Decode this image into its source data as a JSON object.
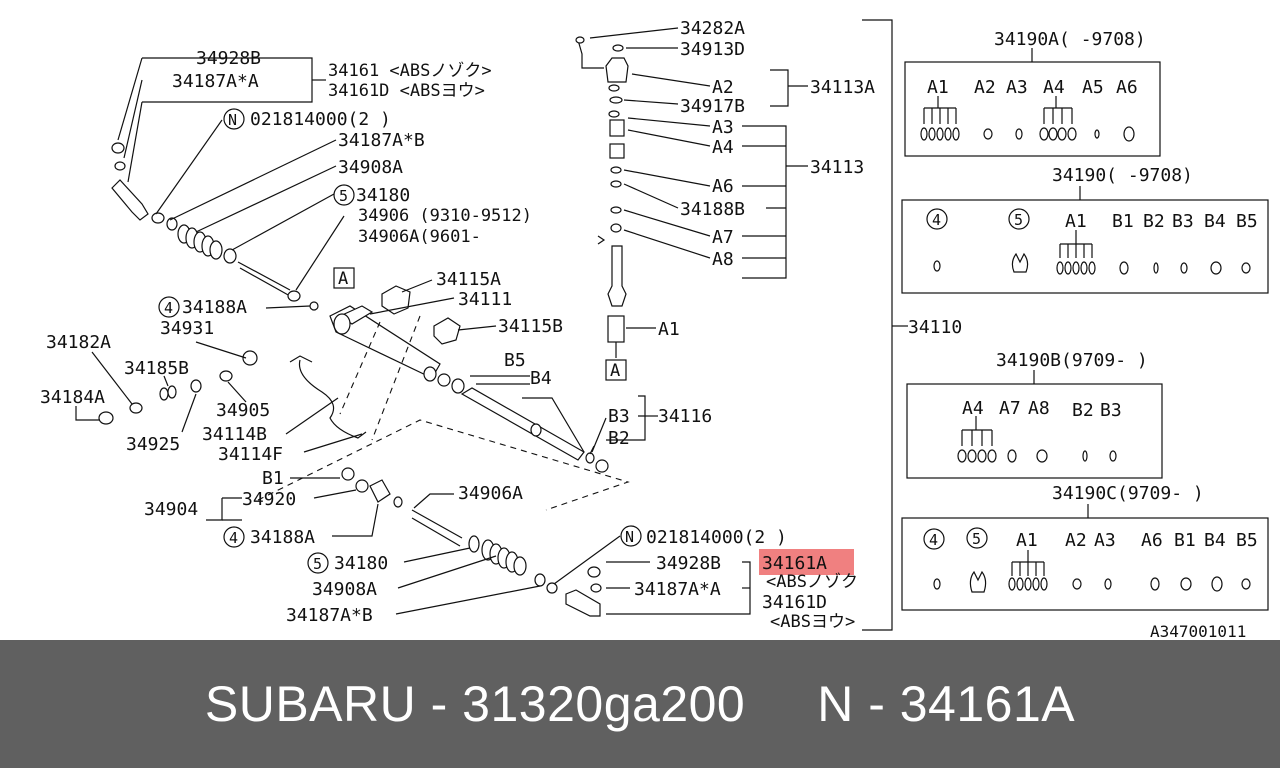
{
  "colors": {
    "highlight": "#f08080",
    "footer_bg": "#606060",
    "footer_text": "#ffffff"
  },
  "diagram_id": "A347001011",
  "footer": {
    "text": "SUBARU - 31320ga200     N - 34161A"
  },
  "labels": {
    "p34928B_top": "34928B",
    "p34187AA_top": "34187A*A",
    "p34161": "34161 <ABSノゾク>",
    "p34161D_top": "34161D <ABSヨウ>",
    "pN_top": "021814000(2 )",
    "p34187AB_top": "34187A*B",
    "p34908A_top": "34908A",
    "p34180_top": "34180",
    "p34906": "34906 (9310-9512)",
    "p34906A_top": "34906A(9601-",
    "p34115A": "34115A",
    "p34111": "34111",
    "p34115B": "34115B",
    "p34188A_top": "34188A",
    "p34931": "34931",
    "p34182A": "34182A",
    "p34185B": "34185B",
    "p34184A": "34184A",
    "p34905": "34905",
    "p34925": "34925",
    "p34114B": "34114B",
    "p34114F": "34114F",
    "pB5": "B5",
    "pB4": "B4",
    "pB3": "B3",
    "pB2": "B2",
    "p34116": "34116",
    "pB1": "B1",
    "p34920": "34920",
    "p34904": "34904",
    "p34188A_bot": "34188A",
    "p34906A_bot": "34906A",
    "pN_bot": "021814000(2 )",
    "p34928B_bot": "34928B",
    "p34161A": "34161A",
    "pABS_nozoku": "<ABSノゾク",
    "p34187AA_bot": "34187A*A",
    "p34161D_bot": "34161D",
    "pABS_you": "<ABSヨウ>",
    "p34180_bot": "34180",
    "p34908A_bot": "34908A",
    "p34187AB_bot": "34187A*B",
    "p34282A": "34282A",
    "p34913D": "34913D",
    "pA2": "A2",
    "p34113A": "34113A",
    "p34917B": "34917B",
    "pA3": "A3",
    "pA4": "A4",
    "p34113": "34113",
    "pA6": "A6",
    "p34188B": "34188B",
    "pA7": "A7",
    "pA8": "A8",
    "pA1": "A1",
    "p34110": "34110",
    "refA_left": "A",
    "refA_right": "A",
    "circle4": "4",
    "circle5": "5",
    "circleN": "N"
  },
  "kits": [
    {
      "title": "34190A(  -9708)",
      "items": [
        "A1",
        "A2",
        "A3",
        "A4",
        "A5",
        "A6"
      ]
    },
    {
      "title": "34190(  -9708)",
      "items": [
        "4",
        "5",
        "A1",
        "B1",
        "B2",
        "B3",
        "B4",
        "B5"
      ]
    },
    {
      "title": "34190B(9709-  )",
      "items": [
        "A4",
        "A7",
        "A8",
        "B2",
        "B3"
      ]
    },
    {
      "title": "34190C(9709-  )",
      "items": [
        "4",
        "5",
        "A1",
        "A2",
        "A3",
        "A6",
        "B1",
        "B4",
        "B5"
      ]
    }
  ]
}
